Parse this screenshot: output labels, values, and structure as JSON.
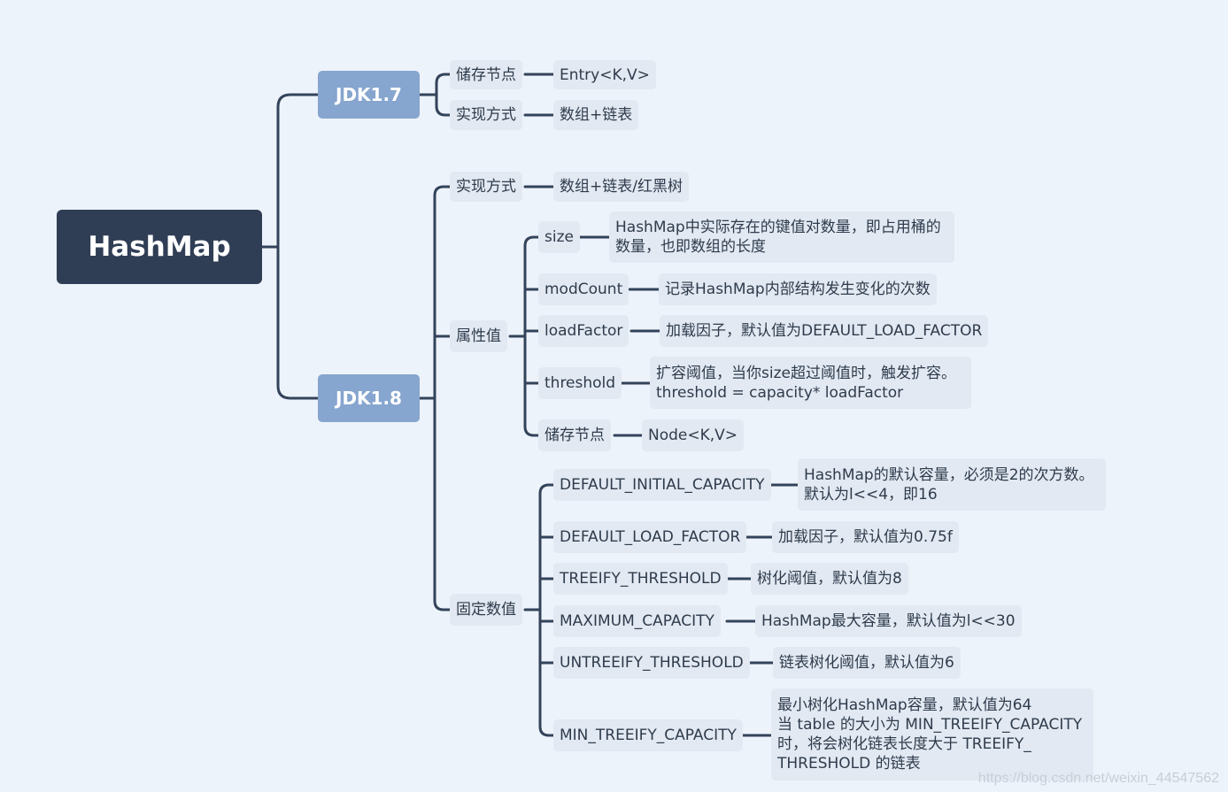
{
  "root": "HashMap",
  "jdk17": {
    "label": "JDK1.7",
    "storage": {
      "label": "储存节点",
      "value": "Entry<K,V>"
    },
    "impl": {
      "label": "实现方式",
      "value": "数组+链表"
    }
  },
  "jdk18": {
    "label": "JDK1.8",
    "impl": {
      "label": "实现方式",
      "value": "数组+链表/红黑树"
    },
    "attrs": {
      "label": "属性值",
      "size": {
        "label": "size",
        "desc": [
          "HashMap中实际存在的键值对数量，即占用桶的",
          "数量，也即数组的长度"
        ]
      },
      "modCount": {
        "label": "modCount",
        "desc": "记录HashMap内部结构发生变化的次数"
      },
      "loadFactor": {
        "label": "loadFactor",
        "desc": "加载因子，默认值为DEFAULT_LOAD_FACTOR"
      },
      "threshold": {
        "label": "threshold",
        "desc": [
          "扩容阈值，当你size超过阈值时，触发扩容。",
          "threshold = capacity* loadFactor"
        ]
      },
      "node": {
        "label": "储存节点",
        "desc": "Node<K,V>"
      }
    },
    "constants": {
      "label": "固定数值",
      "dic": {
        "label": "DEFAULT_INITIAL_CAPACITY",
        "desc": [
          "HashMap的默认容量，必须是2的次方数。",
          "默认为l<<4，即16"
        ]
      },
      "dlf": {
        "label": "DEFAULT_LOAD_FACTOR",
        "desc": "加载因子，默认值为0.75f"
      },
      "tt": {
        "label": "TREEIFY_THRESHOLD",
        "desc": "树化阈值，默认值为8"
      },
      "mc": {
        "label": "MAXIMUM_CAPACITY",
        "desc": "HashMap最大容量，默认值为l<<30"
      },
      "ut": {
        "label": "UNTREEIFY_THRESHOLD",
        "desc": "链表树化阈值，默认值为6"
      },
      "mtc": {
        "label": "MIN_TREEIFY_CAPACITY",
        "desc": [
          "最小树化HashMap容量，默认值为64",
          "当 table 的大小为 MIN_TREEIFY_CAPACITY",
          "时，将会树化链表长度大于 TREEIFY_",
          "THRESHOLD 的链表"
        ]
      }
    }
  },
  "watermark": "https://blog.csdn.net/weixin_44547562"
}
